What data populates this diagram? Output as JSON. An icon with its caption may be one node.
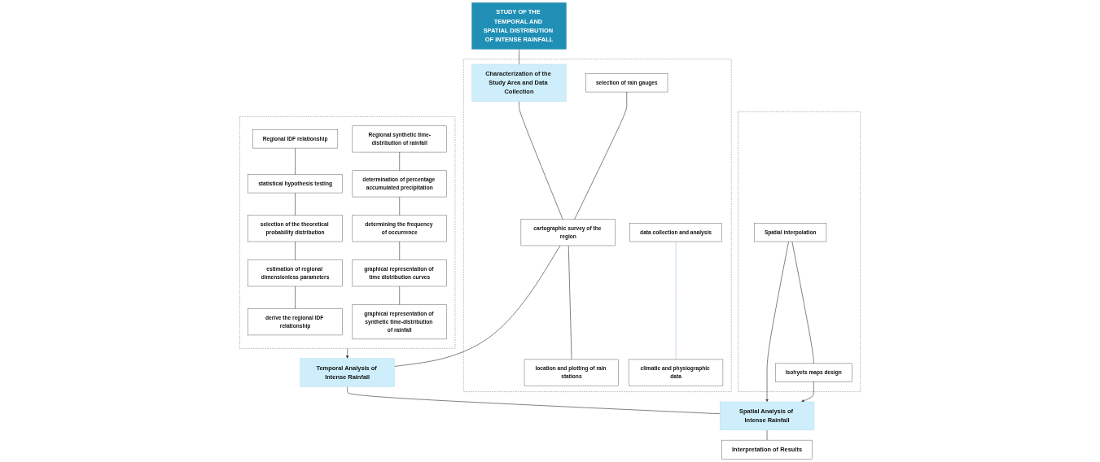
{
  "diagram": {
    "nodes": [
      {
        "text": [
          "STUDY OF THE TEMPORAL AND SPATIAL DISTRIBUTION OF INTENSE RAINFALL"
        ]
      },
      {
        "text": [],
        "shape": "box"
      },
      {
        "text": [
          "Characterization of the Study Area and Data Collection"
        ],
        "in": 1
      },
      {
        "text": [
          "selection of rain gauges"
        ],
        "in": 1
      },
      {
        "text": [
          "cartographic survey of the region"
        ],
        "in": 1
      },
      {
        "text": [
          "location and plotting of rain stations"
        ],
        "in": 1
      },
      {
        "text": [
          "data collection and analysis"
        ],
        "in": 1
      },
      {
        "text": [
          "climatic and physiographic data"
        ],
        "in": 1
      },
      {
        "text": [],
        "shape": "box"
      },
      {
        "text": [
          "Regional IDF relationship"
        ],
        "in": 8
      },
      {
        "text": [
          "Regional synthetic time-distribution of rainfall"
        ],
        "in": 8
      },
      {
        "text": [
          "statistical hypothesis testing"
        ],
        "in": 8
      },
      {
        "text": [
          "determination of percentage accumulated precipitation"
        ],
        "in": 8
      },
      {
        "text": [
          "selection of the theoretical probability distribution"
        ],
        "in": 8
      },
      {
        "text": [
          "determining the frequency of occurrence"
        ],
        "in": 8
      },
      {
        "text": [
          "estimation of regional dimensionless parameters"
        ],
        "in": 8
      },
      {
        "text": [
          "graphical representation of time distribution curves"
        ],
        "in": 8
      },
      {
        "text": [
          "derive the regional IDF relationship"
        ],
        "in": 8
      },
      {
        "text": [
          "graphical representation of synthetic time-distribution of rainfall"
        ],
        "in": 8
      },
      {
        "text": [
          "Temporal Analysis of Intense Rainfall"
        ]
      },
      {
        "text": [],
        "shape": "box"
      },
      {
        "text": [
          "Spatial interpolation"
        ],
        "in": 20
      },
      {
        "text": [
          "Spatial Analysis of Intense Rainfall"
        ]
      },
      {
        "text": [
          "Isohyets maps design"
        ],
        "in": 20
      },
      {
        "text": [
          "Interpretation of Results"
        ]
      }
    ],
    "edges": [
      {
        "from": 0,
        "to": 2,
        "arrow": "none"
      },
      {
        "from": 2,
        "to": 4,
        "arrow": "none"
      },
      {
        "from": 3,
        "to": 4,
        "arrow": "none"
      },
      {
        "from": 4,
        "to": 5,
        "arrow": "none"
      },
      {
        "from": 6,
        "to": 7,
        "arrow": "none",
        "color": "#9dc3e6"
      },
      {
        "from": 4,
        "to": 19,
        "arrow": "none"
      },
      {
        "from": 9,
        "to": 11,
        "arrow": "none"
      },
      {
        "from": 11,
        "to": 13,
        "arrow": "none"
      },
      {
        "from": 13,
        "to": 15,
        "arrow": "none"
      },
      {
        "from": 15,
        "to": 17,
        "arrow": "none"
      },
      {
        "from": 10,
        "to": 12,
        "arrow": "none"
      },
      {
        "from": 12,
        "to": 14,
        "arrow": "none"
      },
      {
        "from": 14,
        "to": 16,
        "arrow": "none"
      },
      {
        "from": 16,
        "to": 18,
        "arrow": "none"
      },
      {
        "from": 8,
        "to": 19,
        "arrow": "to"
      },
      {
        "from": 19,
        "to": 22,
        "arrow": "none"
      },
      {
        "from": 22,
        "to": 24,
        "arrow": "none"
      },
      {
        "from": 21,
        "to": 23,
        "arrow": "none"
      },
      {
        "from": 21,
        "to": 22,
        "arrow": "to"
      },
      {
        "from": 23,
        "to": 22,
        "arrow": "to"
      }
    ]
  }
}
